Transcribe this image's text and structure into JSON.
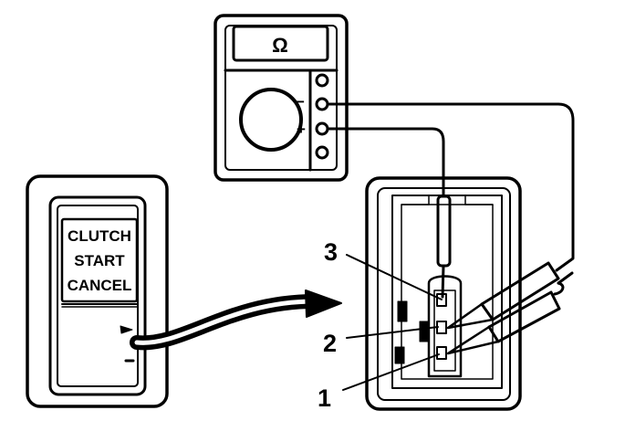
{
  "meter": {
    "unit_symbol": "Ω",
    "minus_sign": "−",
    "plus_sign": "+"
  },
  "switch_label": {
    "line1": "CLUTCH",
    "line2": "START",
    "line3": "CANCEL"
  },
  "callouts": [
    "3",
    "2",
    "1"
  ]
}
